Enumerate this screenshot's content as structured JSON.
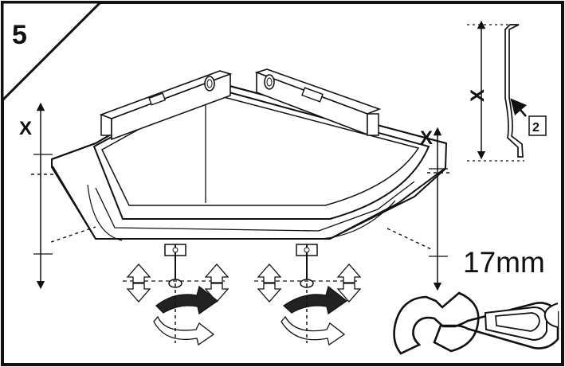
{
  "step": {
    "number": "5"
  },
  "measurement": {
    "symbol": "X",
    "reference_callout": "2",
    "tool_size": "17mm"
  },
  "icons": {
    "level": "spirit-level-icon",
    "rotation": "rotate-arrow-icon",
    "height_adjust": "up-down-arrow-icon",
    "tool": "wrench-icon"
  },
  "colors": {
    "outline": "#111111",
    "background": "#ffffff",
    "rotation_dark": "#1f1f1f"
  }
}
